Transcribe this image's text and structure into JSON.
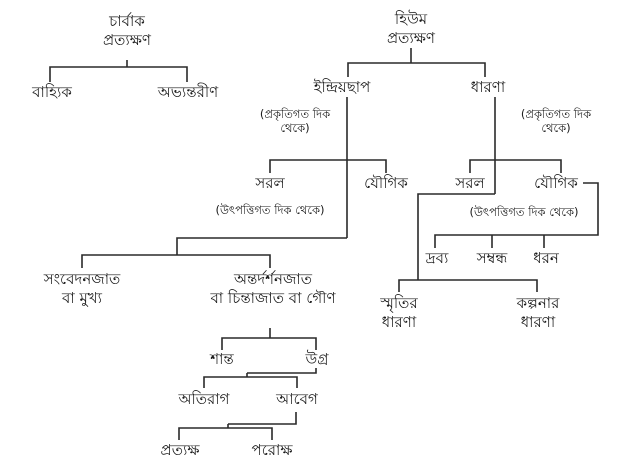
{
  "charvaka": {
    "title_line1": "চার্বাক",
    "title_line2": "প্রত্যক্ষণ",
    "children": [
      "বাহ্যিক",
      "অভ্যন্তরীণ"
    ]
  },
  "hume": {
    "title_line1": "হিউম",
    "title_line2": "প্রত্যক্ষণ",
    "impression": {
      "label": "ইন্দ্রিয়ছাপ",
      "note_line1": "(প্রকৃতিগত দিক",
      "note_line2": "থেকে)",
      "simple": "সরল",
      "complex": "যৌগিক",
      "origin_note": "(উৎপত্তিগত দিক থেকে)",
      "sensation": {
        "line1": "সংবেদনজাত",
        "line2": "বা মুখ্য"
      },
      "reflection": {
        "line1": "অন্তর্দর্শনজাত",
        "line2": "বা চিন্তাজাত বা গৌণ"
      },
      "calm": "শান্ত",
      "violent": "উগ্র",
      "passion_strong": "অতিরাগ",
      "emotion": "আবেগ",
      "direct": "প্রত্যক্ষ",
      "indirect": "পরোক্ষ"
    },
    "idea": {
      "label": "ধারণা",
      "note_line1": "(প্রকৃতিগত দিক",
      "note_line2": "থেকে)",
      "simple": "সরল",
      "complex": "যৌগিক",
      "origin_note": "(উৎপত্তিগত দিক থেকে)",
      "complex_children": [
        "দ্রব্য",
        "সম্বন্ধ",
        "ধরন"
      ],
      "memory": {
        "line1": "স্মৃতির",
        "line2": "ধারণা"
      },
      "imagination": {
        "line1": "কল্পনার",
        "line2": "ধারণা"
      }
    }
  }
}
